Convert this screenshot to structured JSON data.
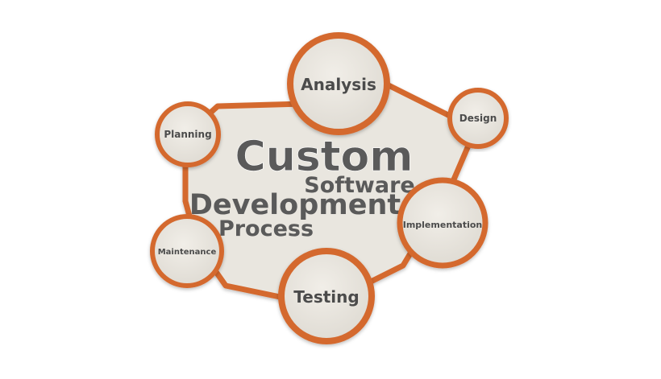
{
  "title": {
    "line1": "Custom",
    "line2": "Software",
    "line3": "Development",
    "line4": "Process"
  },
  "nodes": {
    "analysis": "Analysis",
    "design": "Design",
    "implementation": "Implementation",
    "testing": "Testing",
    "maintenance": "Maintenance",
    "planning": "Planning"
  },
  "colors": {
    "ring": "#d4692f",
    "fill": "#e9e6df",
    "text": "#4b4b4b",
    "title_text": "#5a5a5a"
  }
}
